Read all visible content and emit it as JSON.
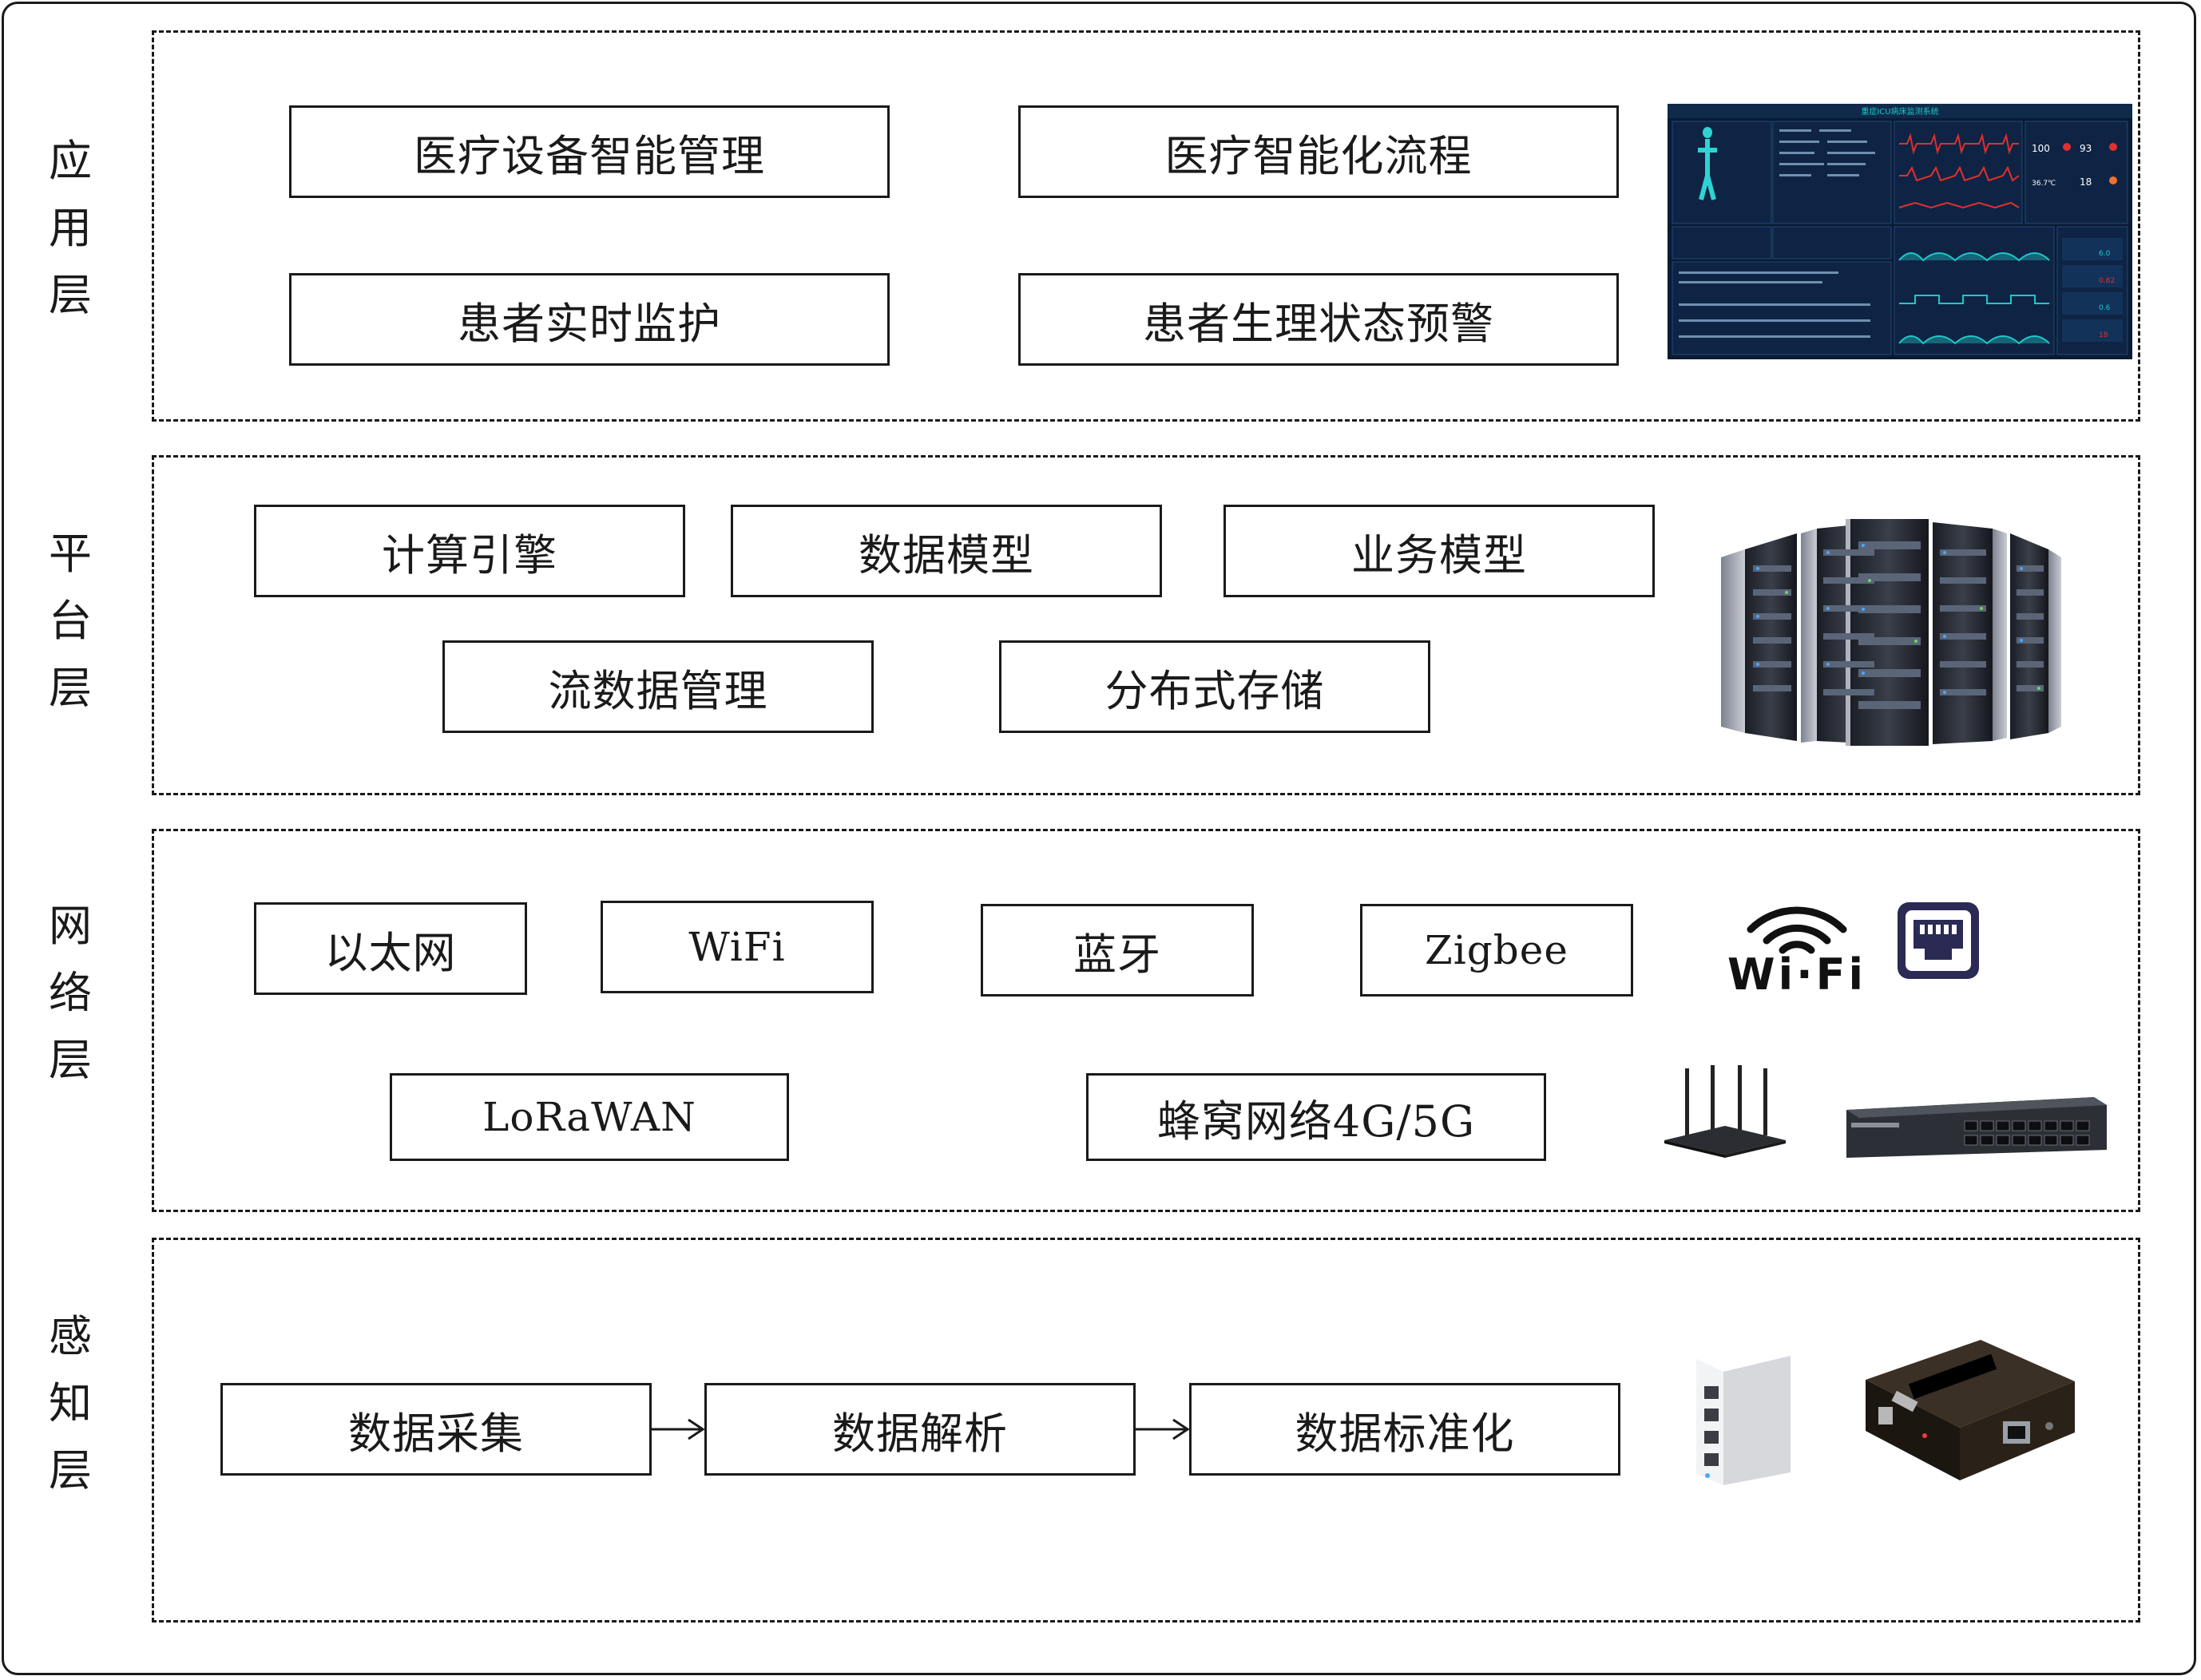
{
  "layers": {
    "application": {
      "label": [
        "应",
        "用",
        "层"
      ],
      "boxes": [
        "医疗设备智能管理",
        "医疗智能化流程",
        "患者实时监护",
        "患者生理状态预警"
      ]
    },
    "platform": {
      "label": [
        "平",
        "台",
        "层"
      ],
      "boxes": [
        "计算引擎",
        "数据模型",
        "业务模型",
        "流数据管理",
        "分布式存储"
      ]
    },
    "network": {
      "label": [
        "网",
        "络",
        "层"
      ],
      "boxes": [
        "以太网",
        "WiFi",
        "蓝牙",
        "Zigbee",
        "LoRaWAN",
        "蜂窝网络4G/5G"
      ],
      "wifi_logo": "Wi·Fi"
    },
    "perception": {
      "label": [
        "感",
        "知",
        "层"
      ],
      "boxes": [
        "数据采集",
        "数据解析",
        "数据标准化"
      ]
    }
  },
  "dashboard": {
    "title": "重症ICU病床监测系统",
    "vitals": [
      "100",
      "93",
      "36.7℃",
      "18"
    ],
    "metrics": [
      "6.0",
      "0.82",
      "0.6",
      "18"
    ]
  },
  "colors": {
    "border": "#1a1a1a",
    "dashboard_bg": "#0b1a33",
    "dashboard_accent": "#1ec8c8",
    "alert_red": "#e03030",
    "icon_navy": "#2a2a55"
  }
}
